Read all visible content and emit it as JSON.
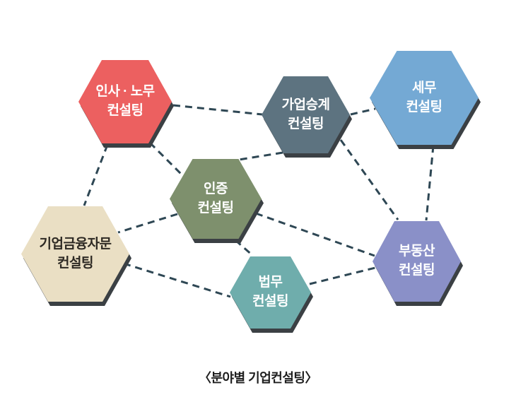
{
  "diagram": {
    "caption": "〈분야별 기업컨설팅〉",
    "caption_color": "#1e1e1e",
    "connector_color": "#2e4754",
    "shadow_color": "#3b4044",
    "nodes": [
      {
        "id": "hr-labor",
        "line1": "인사 · 노무",
        "line2": "컨설팅",
        "color": "#ec6060",
        "text_color": "#ffffff"
      },
      {
        "id": "business-succession",
        "line1": "가업승계",
        "line2": "컨설팅",
        "color": "#5d7380",
        "text_color": "#ffffff"
      },
      {
        "id": "tax",
        "line1": "세무",
        "line2": "컨설팅",
        "color": "#74a9d4",
        "text_color": "#ffffff"
      },
      {
        "id": "certification",
        "line1": "인증",
        "line2": "컨설팅",
        "color": "#7e906d",
        "text_color": "#ffffff"
      },
      {
        "id": "corporate-finance",
        "line1": "기업금융자문",
        "line2": "컨설팅",
        "color": "#eadfc4",
        "text_color": "#2e2a24"
      },
      {
        "id": "legal",
        "line1": "법무",
        "line2": "컨설팅",
        "color": "#6fadac",
        "text_color": "#ffffff"
      },
      {
        "id": "real-estate",
        "line1": "부동산",
        "line2": "컨설팅",
        "color": "#8a90c8",
        "text_color": "#ffffff"
      }
    ]
  }
}
